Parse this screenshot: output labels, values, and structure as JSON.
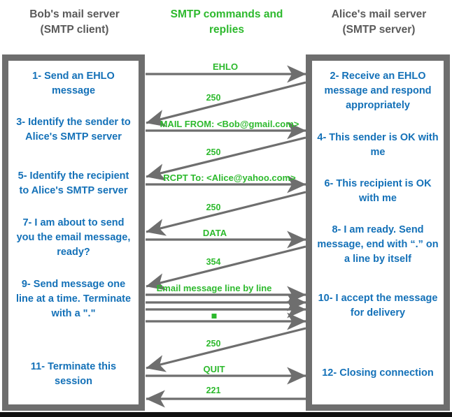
{
  "headers": {
    "left": "Bob's mail server\n(SMTP client)",
    "left_line1": "Bob's mail server",
    "left_line2": "(SMTP client)",
    "center_line1": "SMTP commands and",
    "center_line2": "replies",
    "right_line1": "Alice's mail server",
    "right_line2": "(SMTP server)"
  },
  "colors": {
    "blue_text": "#1471b8",
    "green_text": "#2db92d",
    "gray_frame": "#6e6e6e",
    "gray_heading": "#5a5a5a",
    "arrow": "#6e6e6e",
    "background": "#ffffff"
  },
  "client_steps": [
    {
      "id": 1,
      "text": "1- Send an EHLO message"
    },
    {
      "id": 3,
      "text": "3- Identify the sender to Alice's SMTP server"
    },
    {
      "id": 5,
      "text": "5- Identify\nthe recipient to Alice's SMTP server"
    },
    {
      "id": 7,
      "text": "7- I am about to send you the email message, ready?"
    },
    {
      "id": 9,
      "text": "9- Send message one line at a time. Terminate with a \".\""
    },
    {
      "id": 11,
      "text": "11- Terminate this session"
    }
  ],
  "server_steps": [
    {
      "id": 2,
      "text": "2- Receive an EHLO message and respond appropriately"
    },
    {
      "id": 4,
      "text": "4- This sender is OK with me"
    },
    {
      "id": 6,
      "text": "6- This recipient is OK with me"
    },
    {
      "id": 8,
      "text": "8-  I am ready. Send message, end with “.” on a line by itself"
    },
    {
      "id": 10,
      "text": "10-  I accept the message for delivery"
    },
    {
      "id": 12,
      "text": "12-  Closing connection"
    }
  ],
  "messages": [
    {
      "label": "EHLO",
      "direction": "client-to-server",
      "kind": "command"
    },
    {
      "label": "250",
      "direction": "server-to-client",
      "kind": "reply"
    },
    {
      "label": "MAIL FROM: <Bob@gmail.com>",
      "direction": "client-to-server",
      "kind": "command"
    },
    {
      "label": "250",
      "direction": "server-to-client",
      "kind": "reply"
    },
    {
      "label": "RCPT To: <Alice@yahoo.com>",
      "direction": "client-to-server",
      "kind": "command"
    },
    {
      "label": "250",
      "direction": "server-to-client",
      "kind": "reply"
    },
    {
      "label": "DATA",
      "direction": "client-to-server",
      "kind": "command"
    },
    {
      "label": "354",
      "direction": "server-to-client",
      "kind": "reply"
    },
    {
      "label": "Email message line by line",
      "direction": "client-to-server",
      "kind": "command"
    },
    {
      "label": "",
      "direction": "client-to-server",
      "kind": "data-line"
    },
    {
      "label": "",
      "direction": "client-to-server",
      "kind": "data-line"
    },
    {
      "label": "",
      "direction": "client-to-server",
      "kind": "data-line"
    },
    {
      "label": ".",
      "direction": "client-to-server",
      "kind": "terminator"
    },
    {
      "label": "250",
      "direction": "server-to-client",
      "kind": "reply"
    },
    {
      "label": "QUIT",
      "direction": "client-to-server",
      "kind": "command"
    },
    {
      "label": "221",
      "direction": "server-to-client",
      "kind": "reply"
    }
  ]
}
